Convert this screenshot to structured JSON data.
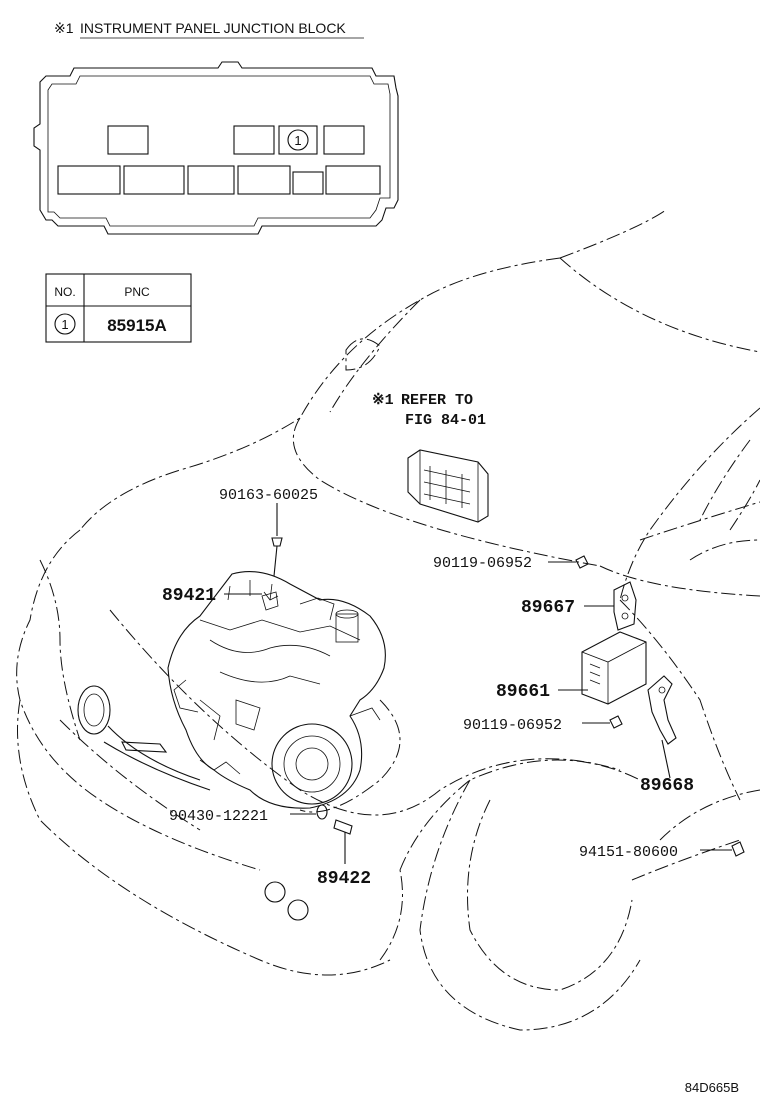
{
  "header": {
    "mark": "※1",
    "title": "INSTRUMENT PANEL JUNCTION BLOCK"
  },
  "pnc_table": {
    "headers": [
      "NO.",
      "PNC"
    ],
    "rows": [
      {
        "no": "1",
        "pnc": "85915A"
      }
    ]
  },
  "block_marker": "1",
  "refer": {
    "mark": "※1",
    "line1": "REFER TO",
    "line2": "FIG 84-01"
  },
  "parts": {
    "p90163": "90163-60025",
    "p89421": "89421",
    "p90119a": "90119-06952",
    "p89667": "89667",
    "p89661": "89661",
    "p90119b": "90119-06952",
    "p89668": "89668",
    "p90430": "90430-12221",
    "p89422": "89422",
    "p94151": "94151-80600"
  },
  "figure_code": "84D665B"
}
